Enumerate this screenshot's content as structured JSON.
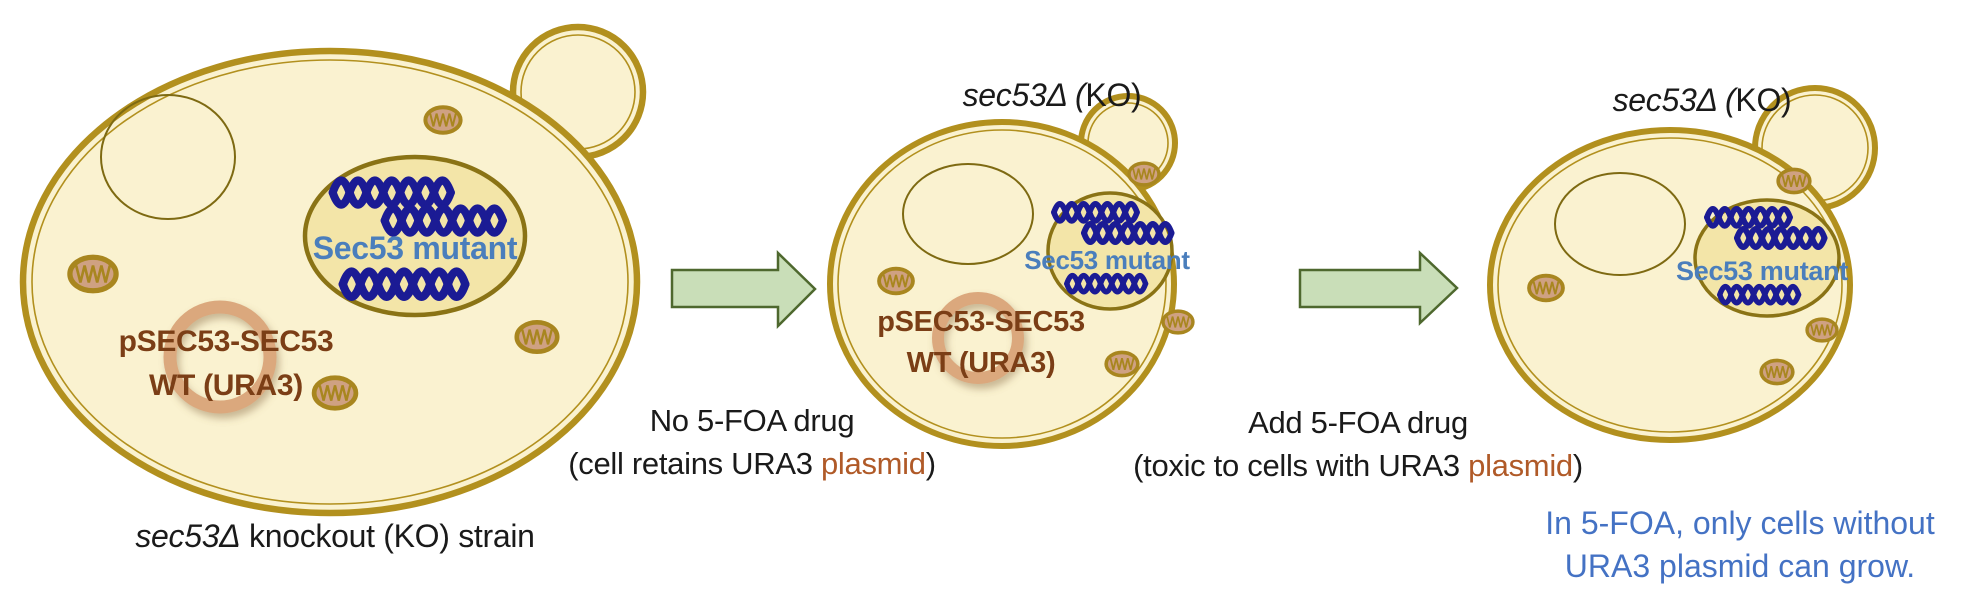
{
  "colors": {
    "background": "#FFFFFF",
    "cell_fill": "#FAF2D0",
    "cell_border": "#B2901E",
    "nucleus_fill": "#F3E5A8",
    "nucleus_border": "#8A7315",
    "vacuole_border": "#7E6A12",
    "dna": "#1B1B94",
    "sec53_label": "#4A7EBC",
    "plasmid_ring": "#DBA87D",
    "plasmid_text": "#7B3E16",
    "plasmid_highlight": "#B05A28",
    "arrow_fill": "#C9DEB8",
    "arrow_border": "#4E682E",
    "note_text": "#4472C4",
    "mitochondrion": "#A8861F",
    "caption_text": "#1A1A1A"
  },
  "cells": [
    {
      "caption_italic": "sec53Δ",
      "caption_rest": " knockout (KO) strain",
      "nucleus_label": "Sec53 mutant",
      "plasmid_line1": "pSEC53-SEC53",
      "plasmid_line2": "WT (URA3)"
    },
    {
      "title_italic": "sec53Δ (",
      "title_rest": "KO)",
      "nucleus_label": "Sec53 mutant",
      "plasmid_line1": "pSEC53-SEC53",
      "plasmid_line2": "WT (URA3)"
    },
    {
      "title_italic": "sec53Δ (",
      "title_rest": "KO)",
      "nucleus_label": "Sec53 mutant"
    }
  ],
  "arrows": [
    {
      "line1": "No 5-FOA drug",
      "line2_prefix": "(cell retains URA3 ",
      "line2_highlight": "plasmid",
      "line2_suffix": ")"
    },
    {
      "line1": "Add 5-FOA drug",
      "line2_prefix": "(toxic to cells with URA3 ",
      "line2_highlight": "plasmid",
      "line2_suffix": ")"
    }
  ],
  "note": {
    "line1": "In 5-FOA, only cells without",
    "line2": "URA3 plasmid can grow."
  }
}
